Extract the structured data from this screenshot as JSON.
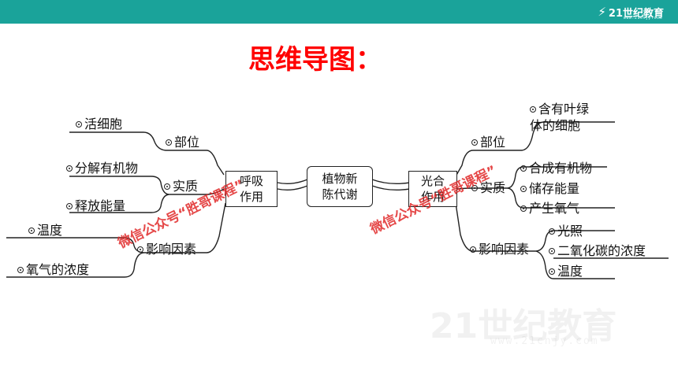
{
  "header": {
    "logo_text": "21世纪教育",
    "logo_url": "www.21cnjy.com"
  },
  "title": "思维导图：",
  "center": "植物新\n陈代谢",
  "left": {
    "box": "呼吸\n作用",
    "branches": [
      {
        "label": "部位",
        "items": [
          "活细胞"
        ]
      },
      {
        "label": "实质",
        "items": [
          "分解有机物",
          "释放能量"
        ]
      },
      {
        "label": "影响因素",
        "items": [
          "温度",
          "氧气的浓度"
        ]
      }
    ]
  },
  "right": {
    "box": "光合\n作用",
    "branches": [
      {
        "label": "部位",
        "items": [
          "含有叶绿\n体的细胞"
        ]
      },
      {
        "label": "实质",
        "items": [
          "合成有机物",
          "储存能量",
          "产生氧气"
        ]
      },
      {
        "label": "影响因素",
        "items": [
          "光照",
          "二氧化碳的浓度",
          "温度"
        ]
      }
    ]
  },
  "watermarks": [
    "微信公众号“胜哥课程”",
    "微信公众号“胜哥课程”"
  ],
  "background_watermark": {
    "text": "21世纪教育",
    "url": "www.21cnjy.com"
  },
  "colors": {
    "topbar": "#1aa39a",
    "title": "#ff0000",
    "watermark": "#e02828"
  }
}
